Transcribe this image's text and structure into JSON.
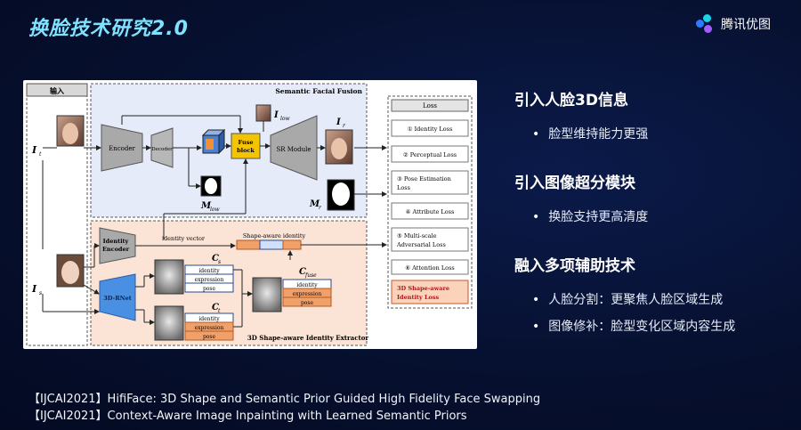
{
  "title": "换脸技术研究2.0",
  "brand": {
    "name": "腾讯优图",
    "dot_colors": [
      "#2f7bff",
      "#19d3e8",
      "#a25cff"
    ]
  },
  "diagram": {
    "input_label": "输入",
    "semantic_fusion_label": "Semantic Facial Fusion",
    "loss_header": "Loss",
    "encoder": "Encoder",
    "decoder": "Decoder",
    "fuse_block_l1": "Fuse",
    "fuse_block_l2": "block",
    "sr_module": "SR Module",
    "i_t": "I",
    "i_t_sub": "t",
    "i_s": "I",
    "i_s_sub": "s",
    "i_low": "I",
    "i_low_sub": "low",
    "i_r": "I",
    "i_r_sub": "r",
    "m_low": "M",
    "m_low_sub": "low",
    "m_r": "M",
    "m_r_sub": "r",
    "identity_encoder_l1": "Identity",
    "identity_encoder_l2": "Encoder",
    "identity_vector": "identity vector",
    "shape_aware_identity": "Shape-aware identity",
    "rnet": "3D-RNet",
    "c_s": "C",
    "c_s_sub": "s",
    "c_t": "C",
    "c_t_sub": "t",
    "c_fuse": "C",
    "c_fuse_sub": "fuse",
    "field_identity": "identity",
    "field_expression": "expression",
    "field_pose": "pose",
    "extractor_label": "3D Shape-aware Identity Extractor",
    "loss_items": [
      "① Identity Loss",
      "② Perceptual Loss",
      "③ Pose Estimation",
      "Loss",
      "④ Attribute Loss",
      "⑤ Multi-scale",
      "Adversarial Loss",
      "⑥ Attention Loss"
    ],
    "loss_highlight_l1": "3D Shape-aware",
    "loss_highlight_l2": "Identity Loss"
  },
  "bullets": {
    "section1": "引入人脸3D信息",
    "item1": "脸型维持能力更强",
    "section2": "引入图像超分模块",
    "item2": "换脸支持更高清度",
    "section3": "融入多项辅助技术",
    "item3a": "人脸分割：更聚焦人脸区域生成",
    "item3b": "图像修补：脸型变化区域内容生成"
  },
  "references": [
    "【IJCAI2021】HifiFace: 3D Shape and Semantic Prior Guided High Fidelity Face Swapping",
    "【IJCAI2021】Context-Aware Image Inpainting with Learned Semantic Priors"
  ]
}
